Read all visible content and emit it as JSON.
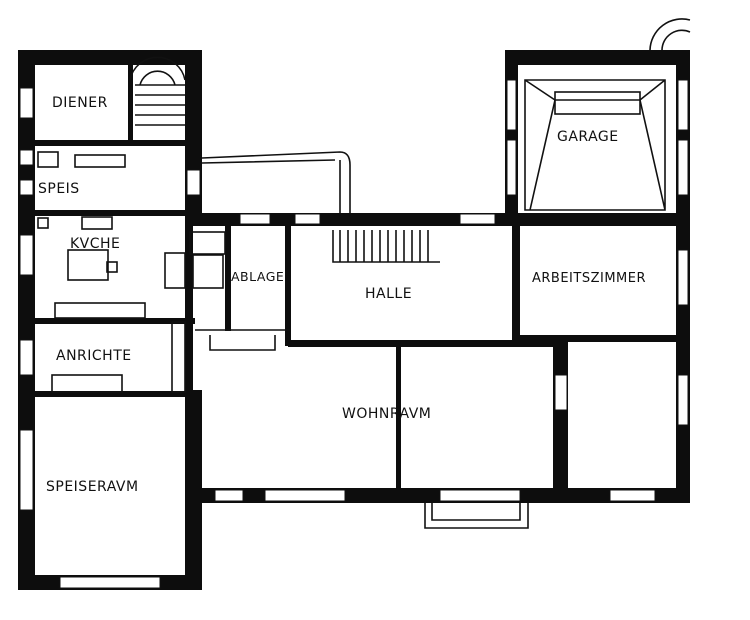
{
  "plan": {
    "rooms": {
      "diener": "DIENER",
      "speis": "SPEIS",
      "kueche": "KVCHE",
      "anrichte": "ANRICHTE",
      "speiseraum": "SPEISERAVM",
      "ablage": "ABLAGE",
      "halle": "HALLE",
      "wohnraum": "WOHNRAVM",
      "garage": "GARAGE",
      "arbeitszimmer": "ARBEITSZIMMER"
    },
    "colors": {
      "ink": "#0d0d0d",
      "paper": "#ffffff"
    }
  }
}
